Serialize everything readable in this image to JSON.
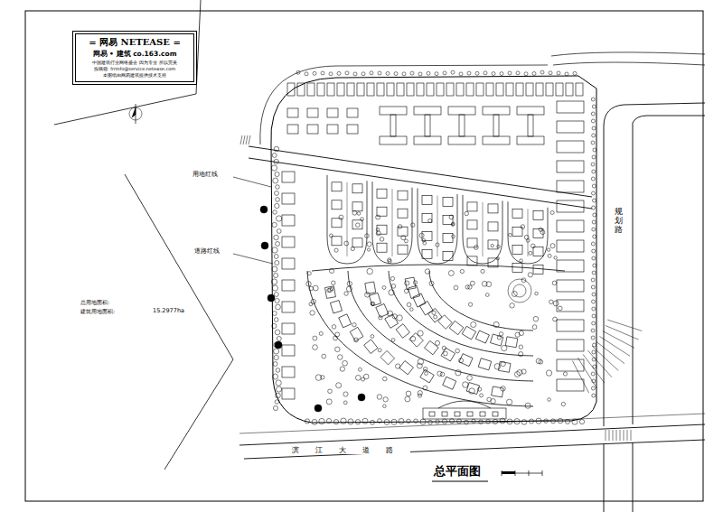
{
  "diagram": {
    "title": "总平面图",
    "nodes": [
      {
        "text": [
          "= 网易 NETEASE =",
          "网易 • 建筑 co.163.com",
          "中国建筑行业网络盛会 因为专业 所以完美",
          "投稿箱: frrinfo@service.netease.com",
          "本图纸由网易建筑提供技术支持"
        ]
      }
    ],
    "labels": [
      "用地红线",
      "道路红线",
      "总用地面积:",
      "建筑用地面积:",
      "15.2977ha",
      "滨江大道路",
      "规划路"
    ]
  }
}
